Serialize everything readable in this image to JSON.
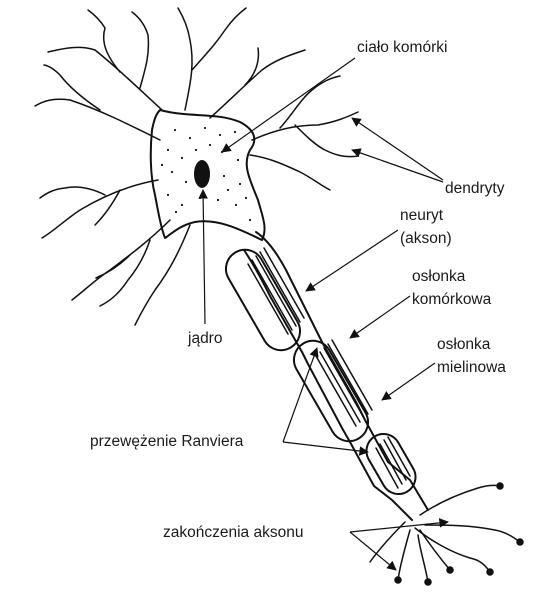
{
  "labels": {
    "cell_body": "ciało komórki",
    "dendrites": "dendryty",
    "neurite_line1": "neuryt",
    "neurite_line2": "(akson)",
    "cell_membrane_line1": "osłonka",
    "cell_membrane_line2": "komórkowa",
    "myelin_line1": "osłonka",
    "myelin_line2": "mielinowa",
    "nucleus": "jądro",
    "ranvier_node": "przewężenie Ranviera",
    "axon_terminals": "zakończenia aksonu"
  },
  "colors": {
    "ink": "#111111",
    "background": "#ffffff"
  }
}
